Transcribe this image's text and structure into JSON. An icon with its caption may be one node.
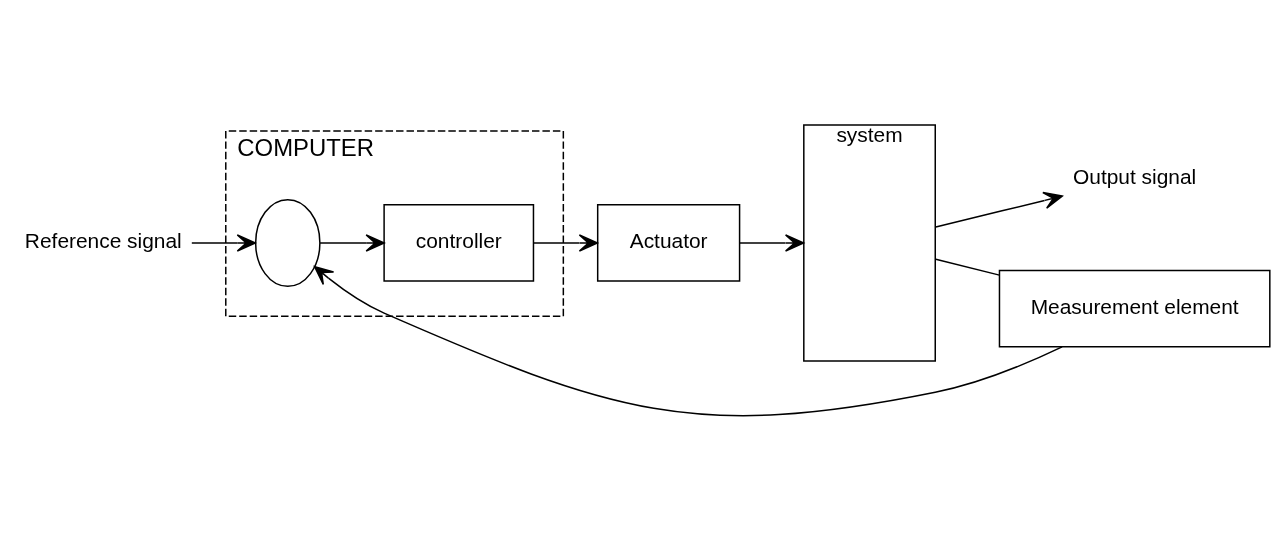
{
  "diagram": {
    "nodes": [
      {
        "text": [
          "Reference signal"
        ]
      },
      {
        "text": [
          "COMPUTER"
        ]
      },
      {
        "text": [],
        "shape": "circle",
        "in": 1
      },
      {
        "text": [
          "controller"
        ],
        "in": 1
      },
      {
        "text": [
          "Actuator"
        ]
      },
      {
        "text": [
          "system"
        ]
      },
      {
        "text": [
          "Output signal"
        ]
      },
      {
        "text": [
          "Measurement element"
        ]
      }
    ],
    "edges": [
      {
        "from": 0,
        "to": 2,
        "arrow": "to"
      },
      {
        "from": 2,
        "to": 3,
        "arrow": "to"
      },
      {
        "from": 3,
        "to": 4,
        "arrow": "to"
      },
      {
        "from": 4,
        "to": 5,
        "arrow": "to"
      },
      {
        "from": 5,
        "to": 6,
        "arrow": "to"
      },
      {
        "from": 5,
        "to": 7,
        "arrow": "none"
      },
      {
        "from": 7,
        "to": 2,
        "arrow": "to"
      }
    ]
  }
}
